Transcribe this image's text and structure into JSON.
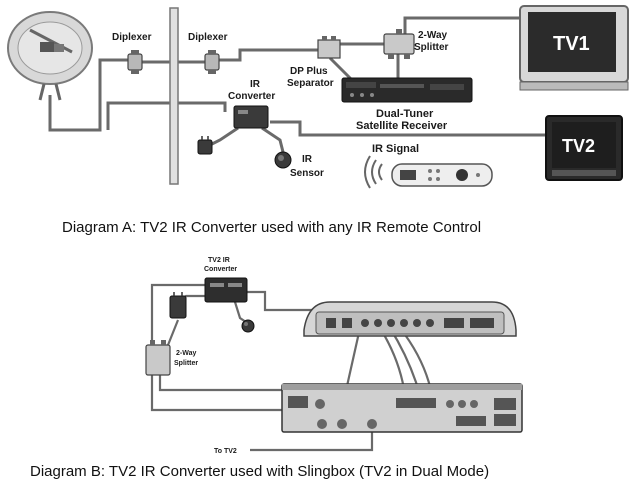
{
  "diagram_a": {
    "caption": "Diagram A: TV2 IR Converter used with any IR Remote Control",
    "labels": {
      "diplexer_1": "Diplexer",
      "diplexer_2": "Diplexer",
      "dp_plus_line1": "DP Plus",
      "dp_plus_line2": "Separator",
      "splitter_line1": "2-Way",
      "splitter_line2": "Splitter",
      "tv1": "TV1",
      "tv2": "TV2",
      "ir_converter_line1": "IR",
      "ir_converter_line2": "Converter",
      "receiver_line1": "Dual-Tuner",
      "receiver_line2": "Satellite Receiver",
      "ir_sensor_line1": "IR",
      "ir_sensor_line2": "Sensor",
      "ir_signal": "IR Signal"
    }
  },
  "diagram_b": {
    "caption": "Diagram B: TV2 IR Converter used with Slingbox (TV2 in Dual Mode)",
    "labels": {
      "tv2_ir_converter_line1": "TV2 IR",
      "tv2_ir_converter_line2": "Converter",
      "splitter_line1": "2-Way",
      "splitter_line2": "Splitter",
      "to_tv2": "To TV2"
    }
  },
  "colors": {
    "line": "#555555",
    "device": "#2a2a2a",
    "screen": "#1e1e1e",
    "accent": "#888888"
  }
}
